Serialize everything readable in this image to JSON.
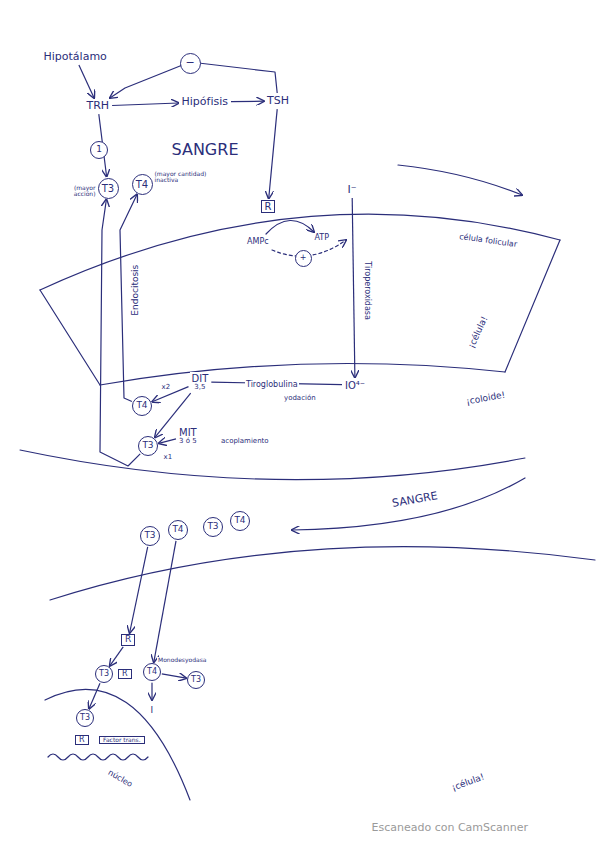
{
  "diagram": {
    "nodes": [
      {
        "text": [
          "Hipotálamo"
        ]
      },
      {
        "text": [
          "TRH"
        ]
      },
      {
        "text": [
          "Hipófisis"
        ]
      },
      {
        "text": [
          "TSH"
        ]
      },
      {
        "text": [
          "T3",
          "(mayor acción)"
        ]
      },
      {
        "text": [
          "T4",
          "(mayor cantidad) inactiva"
        ]
      },
      {
        "text": [
          "R"
        ]
      },
      {
        "text": [
          "AMPc"
        ]
      },
      {
        "text": [
          "ATP"
        ]
      },
      {
        "text": [
          "I⁻"
        ]
      },
      {
        "text": [
          "IO⁴⁻"
        ]
      },
      {
        "text": [
          "DIT",
          "3,5"
        ]
      },
      {
        "text": [
          "MIT",
          "3 ó 5"
        ]
      },
      {
        "text": [
          "T4"
        ]
      },
      {
        "text": [
          "T3"
        ]
      },
      {
        "text": [
          "T3"
        ]
      },
      {
        "text": [
          "T4"
        ]
      },
      {
        "text": [
          "T3"
        ]
      },
      {
        "text": [
          "T4"
        ]
      },
      {
        "text": [
          "R"
        ]
      },
      {
        "text": [
          "T3"
        ]
      },
      {
        "text": [
          "R"
        ]
      },
      {
        "text": [
          "T4"
        ]
      },
      {
        "text": [
          "T3"
        ]
      },
      {
        "text": [
          "T3"
        ]
      },
      {
        "text": [
          "R"
        ]
      },
      {
        "text": [
          "Factor trans."
        ]
      }
    ],
    "edges": [
      {
        "from": 0,
        "to": 1,
        "arrow": "to"
      },
      {
        "from": 1,
        "to": 2,
        "arrow": "to"
      },
      {
        "from": 2,
        "to": 3,
        "arrow": "to"
      },
      {
        "from": 3,
        "to": 1,
        "arrow": "to"
      },
      {
        "from": 1,
        "to": 4,
        "arrow": "to"
      },
      {
        "from": 3,
        "to": 6,
        "arrow": "to"
      },
      {
        "from": 9,
        "to": 10,
        "label": "Tiroperoxidasa",
        "arrow": "to"
      },
      {
        "from": 10,
        "to": 11,
        "label": "Tiroglobulina",
        "arrow": "none"
      },
      {
        "from": 11,
        "to": 13,
        "label": "x2",
        "arrow": "to"
      },
      {
        "from": 11,
        "to": 14,
        "arrow": "to"
      },
      {
        "from": 12,
        "to": 14,
        "label": "x1",
        "arrow": "to"
      },
      {
        "from": 13,
        "to": 5,
        "label": "Endocitosis",
        "arrow": "to"
      },
      {
        "from": 14,
        "to": 4,
        "arrow": "to"
      },
      {
        "from": 17,
        "to": 19,
        "arrow": "to"
      },
      {
        "from": 19,
        "to": 20,
        "arrow": "to"
      },
      {
        "from": 18,
        "to": 22,
        "arrow": "to"
      },
      {
        "from": 22,
        "to": 23,
        "label": "Monodesyodasa",
        "arrow": "to"
      },
      {
        "from": 20,
        "to": 24,
        "arrow": "to"
      }
    ],
    "labels": [
      "−",
      "1",
      "SANGRE",
      "+",
      "célula folicular",
      "yodación",
      "acoplamiento",
      "¡célula!",
      "¡coloide!",
      "SANGRE",
      "I",
      "núcleo",
      "¡célula!",
      "Escaneado con CamScanner"
    ]
  }
}
